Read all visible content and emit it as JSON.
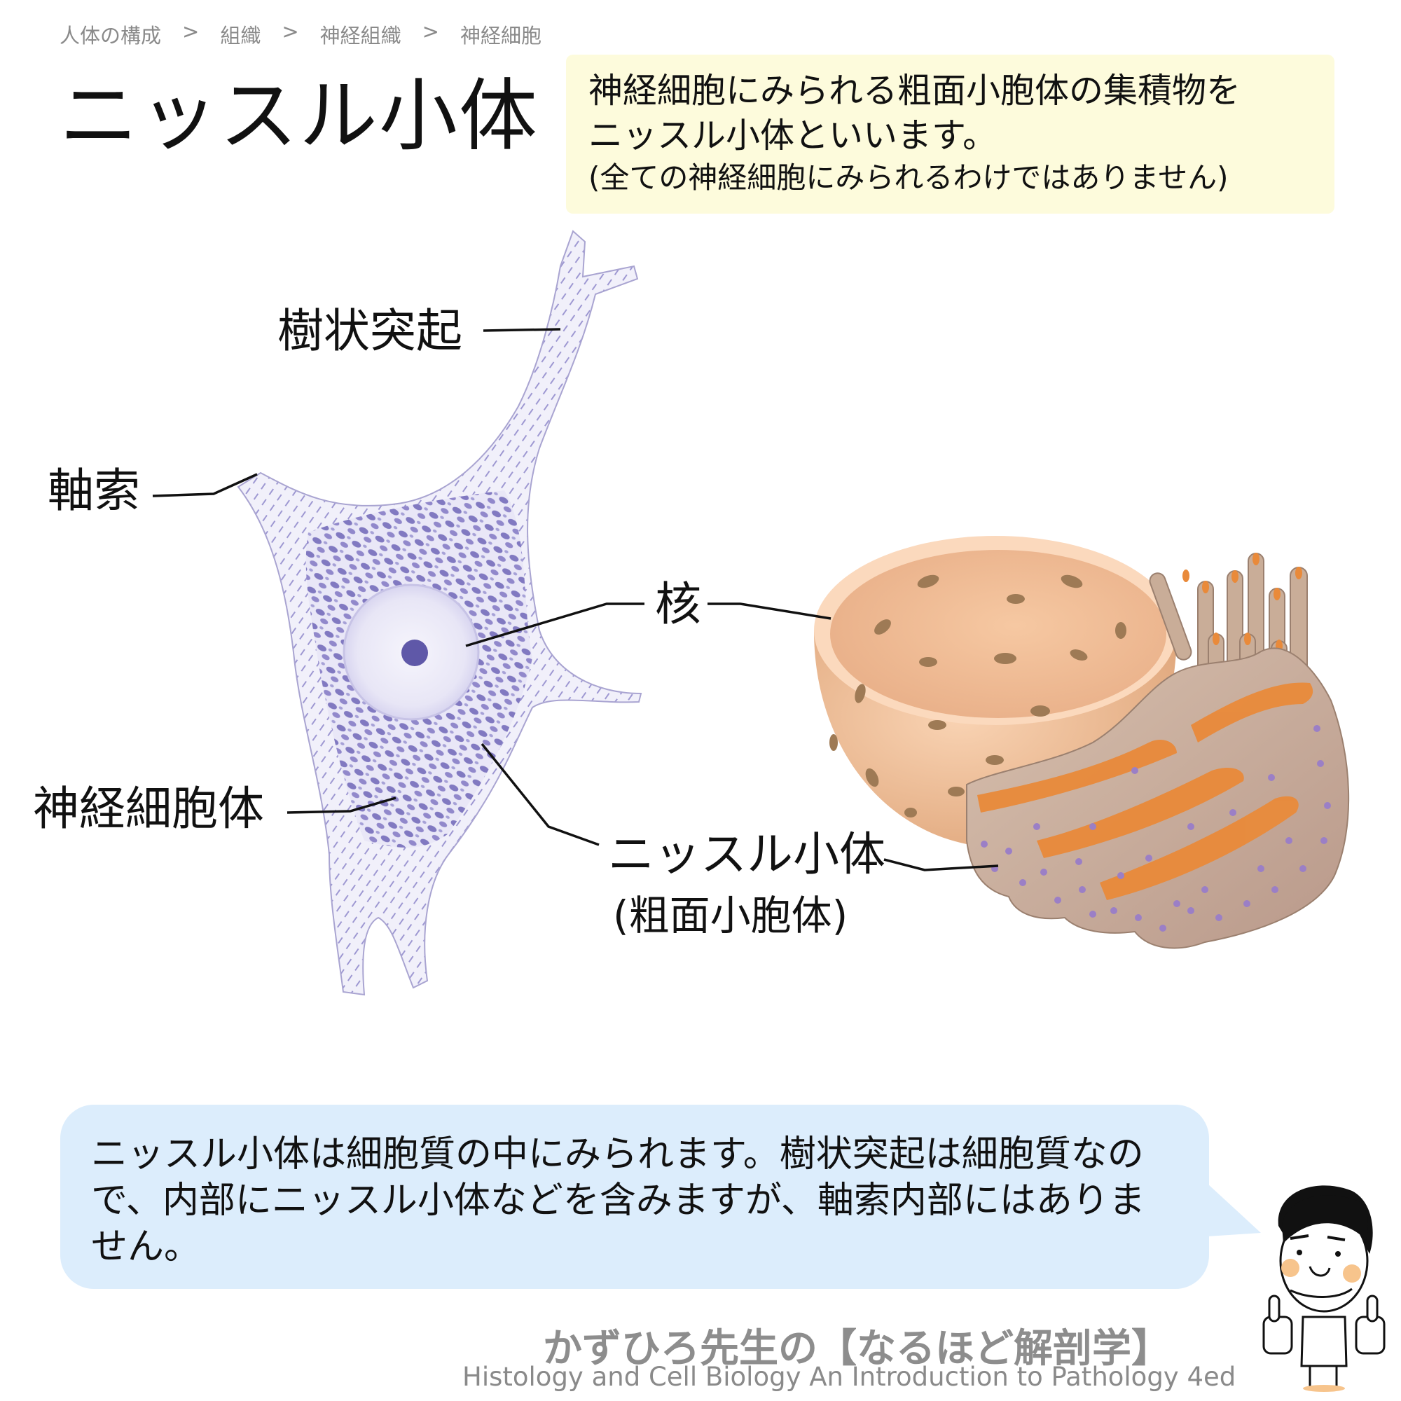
{
  "breadcrumb": {
    "items": [
      "人体の構成",
      "組織",
      "神経組織",
      "神経細胞"
    ],
    "separator": ">"
  },
  "page_title": "ニッスル小体",
  "definition": {
    "line1": "神経細胞にみられる粗面小胞体の集積物を",
    "line2": "ニッスル小体といいます。",
    "line3": "(全ての神経細胞にみられるわけではありません)"
  },
  "labels": {
    "dendrite": "樹状突起",
    "axon": "軸索",
    "nucleus": "核",
    "cell_body": "神経細胞体",
    "nissl": "ニッスル小体",
    "nissl_sub": "(粗面小胞体)"
  },
  "explanation": {
    "line1": "ニッスル小体は細胞質の中にみられます。樹状突起は細胞質なの",
    "line2": "で、内部にニッスル小体などを含みますが、軸索内部にはありま",
    "line3": "せん。"
  },
  "footer": {
    "brand": "かずひろ先生の【なるほど解剖学】",
    "source": "Histology and Cell Biology An Introduction to Pathology 4ed"
  },
  "colors": {
    "note_bg": "#fdfbdc",
    "bubble_bg": "#dcedfc",
    "stain": "#6b63b5",
    "nucleus_shell": "#f2c49c",
    "er": "#c9ad98",
    "er_lumen": "#e98a3a",
    "ribosome": "#9b7fc6"
  }
}
